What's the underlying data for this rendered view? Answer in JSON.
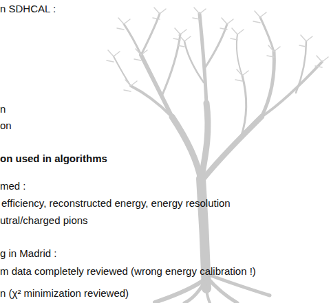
{
  "diagram": {
    "labels": [
      "n SDHCAL :",
      "n",
      "on",
      "on used in algorithms",
      "med :",
      "efficiency, reconstructed energy, energy resolution",
      "utral/charged pions",
      "g in Madrid :",
      "m data completely reviewed (wrong energy calibration !)",
      "n (χ² minimization reviewed)"
    ]
  }
}
